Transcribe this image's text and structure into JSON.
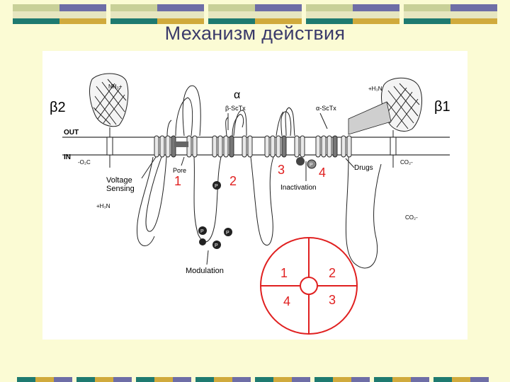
{
  "slide": {
    "title": "Механизм действия"
  },
  "diagram": {
    "beta2": "β2",
    "beta1": "β1",
    "alpha": "α",
    "beta_sctx": "β-ScTx",
    "alpha_sctx": "α-ScTx",
    "out": "OUT",
    "in": "IN",
    "nh3_left": "NH₃+",
    "h3n_right": "+H₃N",
    "o2c_left": "-O₂C",
    "co2_right": "CO₂-",
    "pore": "Pore",
    "voltage": "Voltage",
    "sensing": "Sensing",
    "inactivation": "Inactivation",
    "drugs": "Drugs",
    "h3n_bottom": "+H₃N",
    "co2_bottom": "CO₂-",
    "modulation": "Modulation",
    "phospho": "P",
    "num1": "1",
    "num2": "2",
    "num3": "3",
    "num4": "4",
    "circle": {
      "q1": "1",
      "q2": "2",
      "q3": "3",
      "q4": "4"
    }
  },
  "colors": {
    "red": "#e02020",
    "title": "#3a3a6a"
  }
}
